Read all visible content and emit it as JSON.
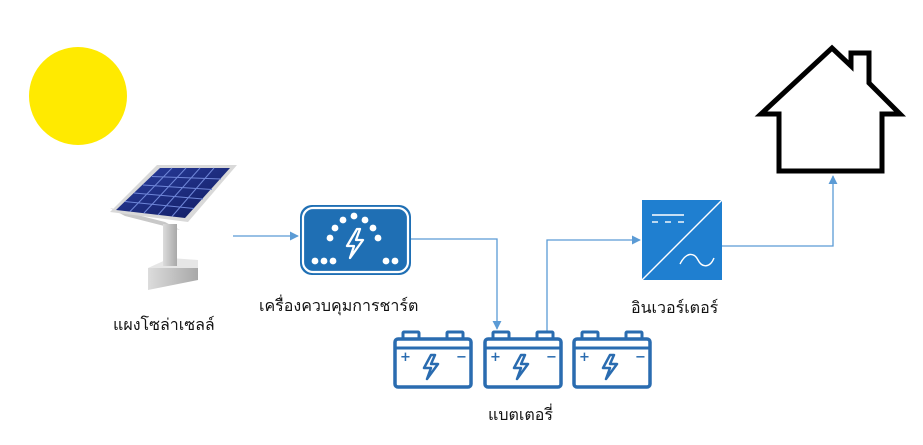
{
  "labels": {
    "solar_panel": "แผงโซล่าเซลล์",
    "charge_controller": "เครื่องควบคุมการชาร์ต",
    "inverter": "อินเวอร์เตอร์",
    "battery": "แบตเตอรี่"
  },
  "battery_symbols": {
    "plus": "+",
    "minus": "−"
  },
  "colors": {
    "sun": "#FFEA00",
    "device_blue": "#1F6FB4",
    "device_border": "#1A5C99",
    "connector": "#5B9BD5",
    "battery_outline": "#2A6CB0",
    "house_outline": "#000000"
  }
}
